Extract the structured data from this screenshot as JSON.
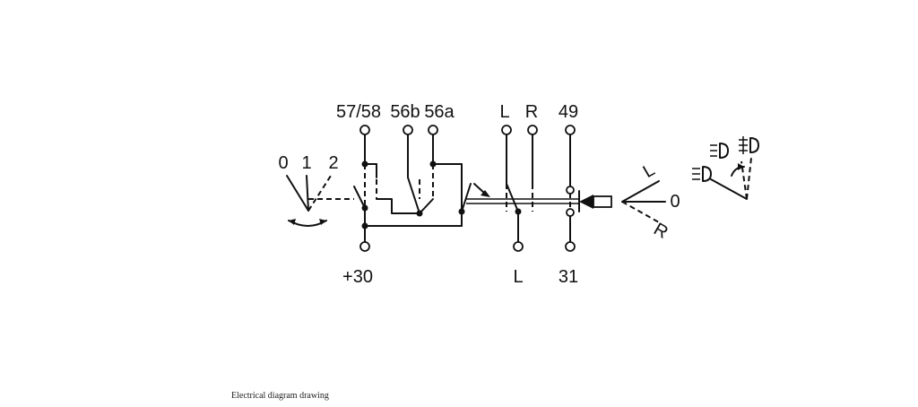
{
  "terminals": {
    "t5758": "57/58",
    "t56b": "56b",
    "t56a": "56a",
    "tL_top": "L",
    "tR_top": "R",
    "t49": "49",
    "t30": "+30",
    "tL_bottom": "L",
    "t31": "31"
  },
  "selector": {
    "pos0": "0",
    "pos1": "1",
    "pos2": "2"
  },
  "lever": {
    "left": "L",
    "neutral": "0",
    "right": "R"
  },
  "caption": "Electrical diagram drawing",
  "colors": {
    "ink": "#111111",
    "background": "#ffffff"
  }
}
